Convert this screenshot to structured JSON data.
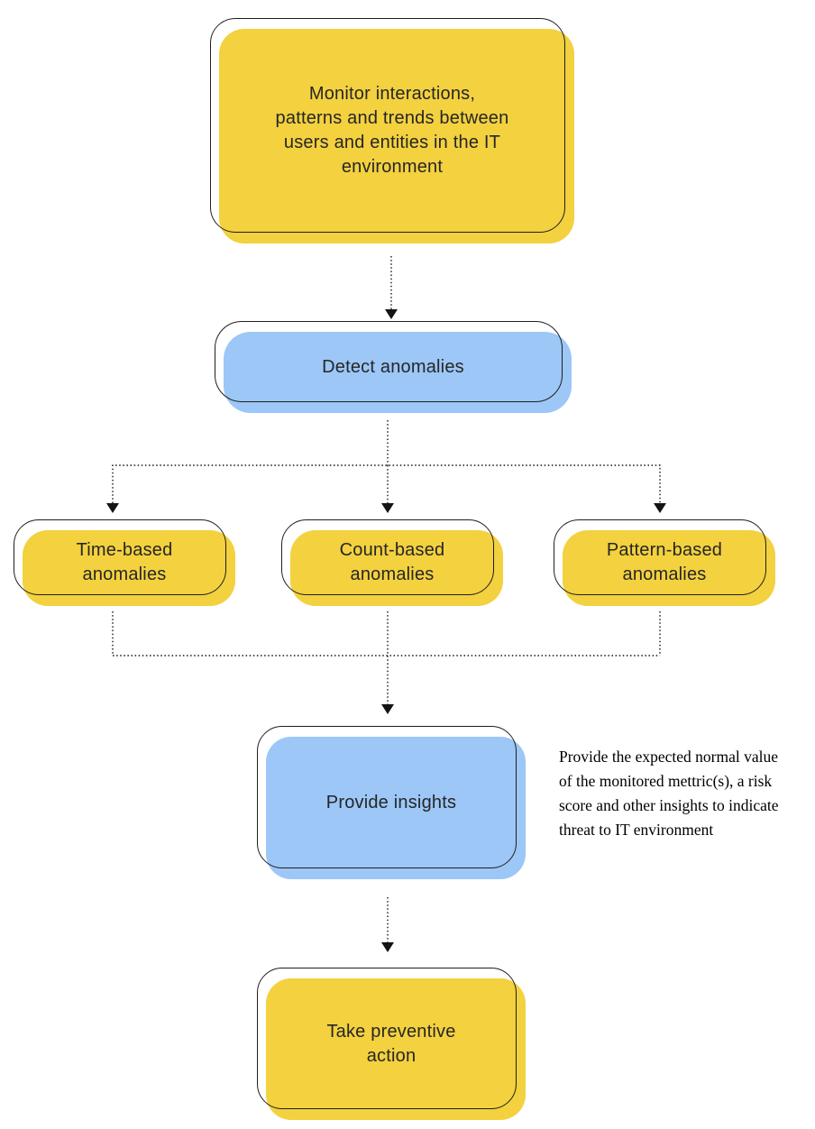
{
  "diagram": {
    "type": "flowchart",
    "nodes": {
      "monitor": {
        "label": "Monitor interactions,\npatterns and trends between\nusers and entities in the IT\nenvironment",
        "fill": "yellow"
      },
      "detect": {
        "label": "Detect anomalies",
        "fill": "blue"
      },
      "time": {
        "label": "Time-based\nanomalies",
        "fill": "yellow"
      },
      "count": {
        "label": "Count-based\nanomalies",
        "fill": "yellow"
      },
      "pattern": {
        "label": "Pattern-based\nanomalies",
        "fill": "yellow"
      },
      "insights": {
        "label": "Provide insights",
        "fill": "blue"
      },
      "action": {
        "label": "Take preventive\naction",
        "fill": "yellow"
      }
    },
    "edges": [
      {
        "from": "monitor",
        "to": "detect",
        "style": "dotted-arrow"
      },
      {
        "from": "detect",
        "to": "time",
        "style": "dotted-arrow"
      },
      {
        "from": "detect",
        "to": "count",
        "style": "dotted-arrow"
      },
      {
        "from": "detect",
        "to": "pattern",
        "style": "dotted-arrow"
      },
      {
        "from": "time",
        "to": "insights",
        "style": "dotted-arrow"
      },
      {
        "from": "count",
        "to": "insights",
        "style": "dotted-arrow"
      },
      {
        "from": "pattern",
        "to": "insights",
        "style": "dotted-arrow"
      },
      {
        "from": "insights",
        "to": "action",
        "style": "dotted-arrow"
      }
    ],
    "annotation": {
      "text": "Provide the expected normal value\nof the monitored mettric(s), a risk\nscore and other insights to indicate\nthreat to IT environment",
      "attached_to": "insights"
    },
    "colors": {
      "yellow": "#F3D13F",
      "blue": "#9CC7F7",
      "outline": "#1F1F1F",
      "text": "#262626",
      "connector": "#141414"
    }
  }
}
